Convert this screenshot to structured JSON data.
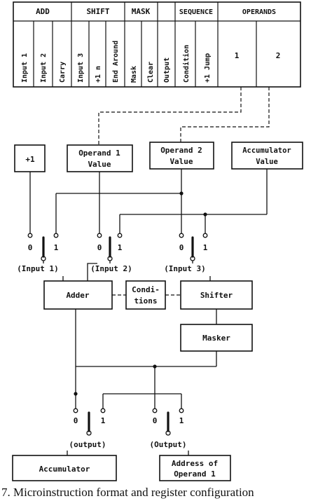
{
  "format": {
    "groups": [
      "ADD",
      "SHIFT",
      "MASK",
      "SEQUENCE",
      "OPERANDS"
    ],
    "fields": [
      "Input 1",
      "Input 2",
      "Carry",
      "Input 3",
      "+1 n",
      "End Around",
      "Mask",
      "Clear",
      "Output",
      "Condition",
      "+1 Jump",
      "1",
      "2"
    ]
  },
  "registers": {
    "plus_one": "+1",
    "operand1": [
      "Operand 1",
      "Value"
    ],
    "operand2": [
      "Operand 2",
      "Value"
    ],
    "accumulator_value": [
      "Accumulator",
      "Value"
    ]
  },
  "switch_labels": {
    "zero": "0",
    "one": "1"
  },
  "inputs": {
    "input1": "(Input 1)",
    "input2": "(Input 2)",
    "input3": "(Input 3)"
  },
  "units": {
    "adder": "Adder",
    "conditions": [
      "Condi-",
      "tions"
    ],
    "shifter": "Shifter",
    "masker": "Masker"
  },
  "outputs": {
    "output_left": "(output)",
    "output_right": "(Output)"
  },
  "destinations": {
    "accumulator": "Accumulator",
    "address": [
      "Address of",
      "Operand 1"
    ]
  },
  "caption": "7.  Microinstruction format and register configuration"
}
